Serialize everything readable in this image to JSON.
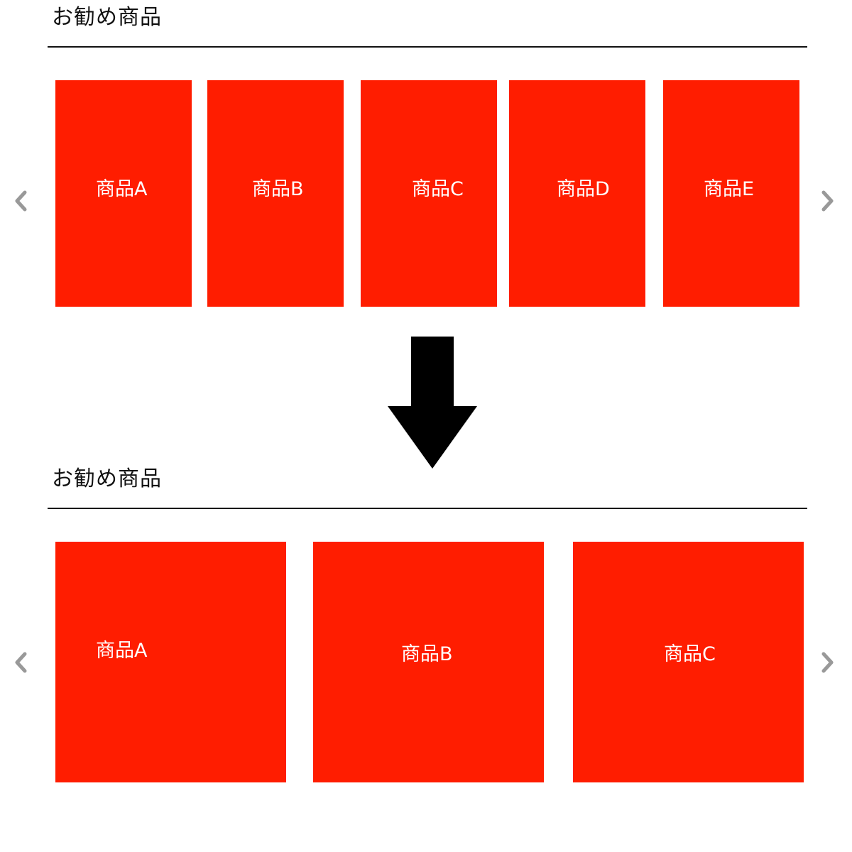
{
  "colors": {
    "card": "#ff1d00",
    "arrow_nav": "#999999",
    "arrow_big": "#000000",
    "card_text": "#ffffff"
  },
  "before": {
    "title": "お勧め商品",
    "prev_icon": "chevron-left-icon",
    "next_icon": "chevron-right-icon",
    "cards": [
      {
        "label": "商品A"
      },
      {
        "label": "商品B"
      },
      {
        "label": "商品C"
      },
      {
        "label": "商品D"
      },
      {
        "label": "商品E"
      }
    ]
  },
  "transition_icon": "arrow-down-icon",
  "after": {
    "title": "お勧め商品",
    "prev_icon": "chevron-left-icon",
    "next_icon": "chevron-right-icon",
    "cards": [
      {
        "label": "商品A"
      },
      {
        "label": "商品B"
      },
      {
        "label": "商品C"
      }
    ]
  }
}
